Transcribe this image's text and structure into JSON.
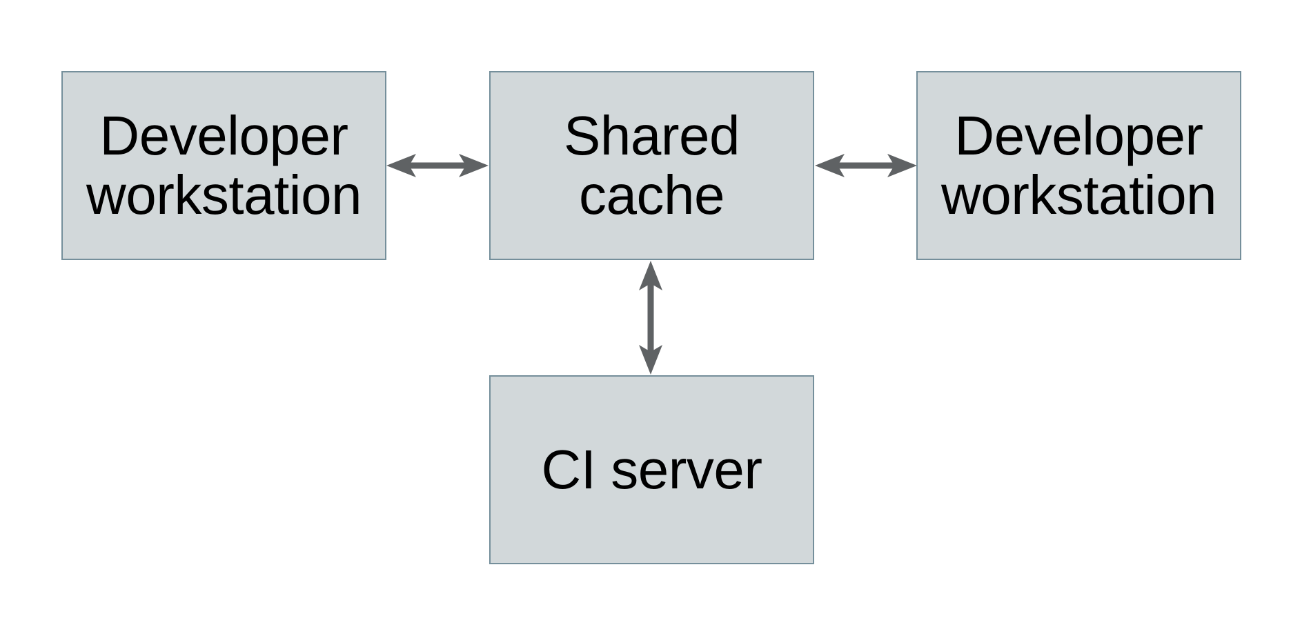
{
  "nodes": [
    {
      "id": "developer-workstation-left",
      "label": "Developer workstation"
    },
    {
      "id": "shared-cache",
      "label": "Shared cache"
    },
    {
      "id": "developer-workstation-right",
      "label": "Developer workstation"
    },
    {
      "id": "ci-server",
      "label": "CI server"
    }
  ],
  "edges": [
    {
      "from": "developer-workstation-left",
      "to": "shared-cache",
      "direction": "bidirectional"
    },
    {
      "from": "shared-cache",
      "to": "developer-workstation-right",
      "direction": "bidirectional"
    },
    {
      "from": "shared-cache",
      "to": "ci-server",
      "direction": "bidirectional"
    }
  ],
  "colors": {
    "node_fill": "#d2d8da",
    "node_border": "#758f9b",
    "arrow": "#5f6264",
    "text": "#000000",
    "background": "#ffffff"
  }
}
